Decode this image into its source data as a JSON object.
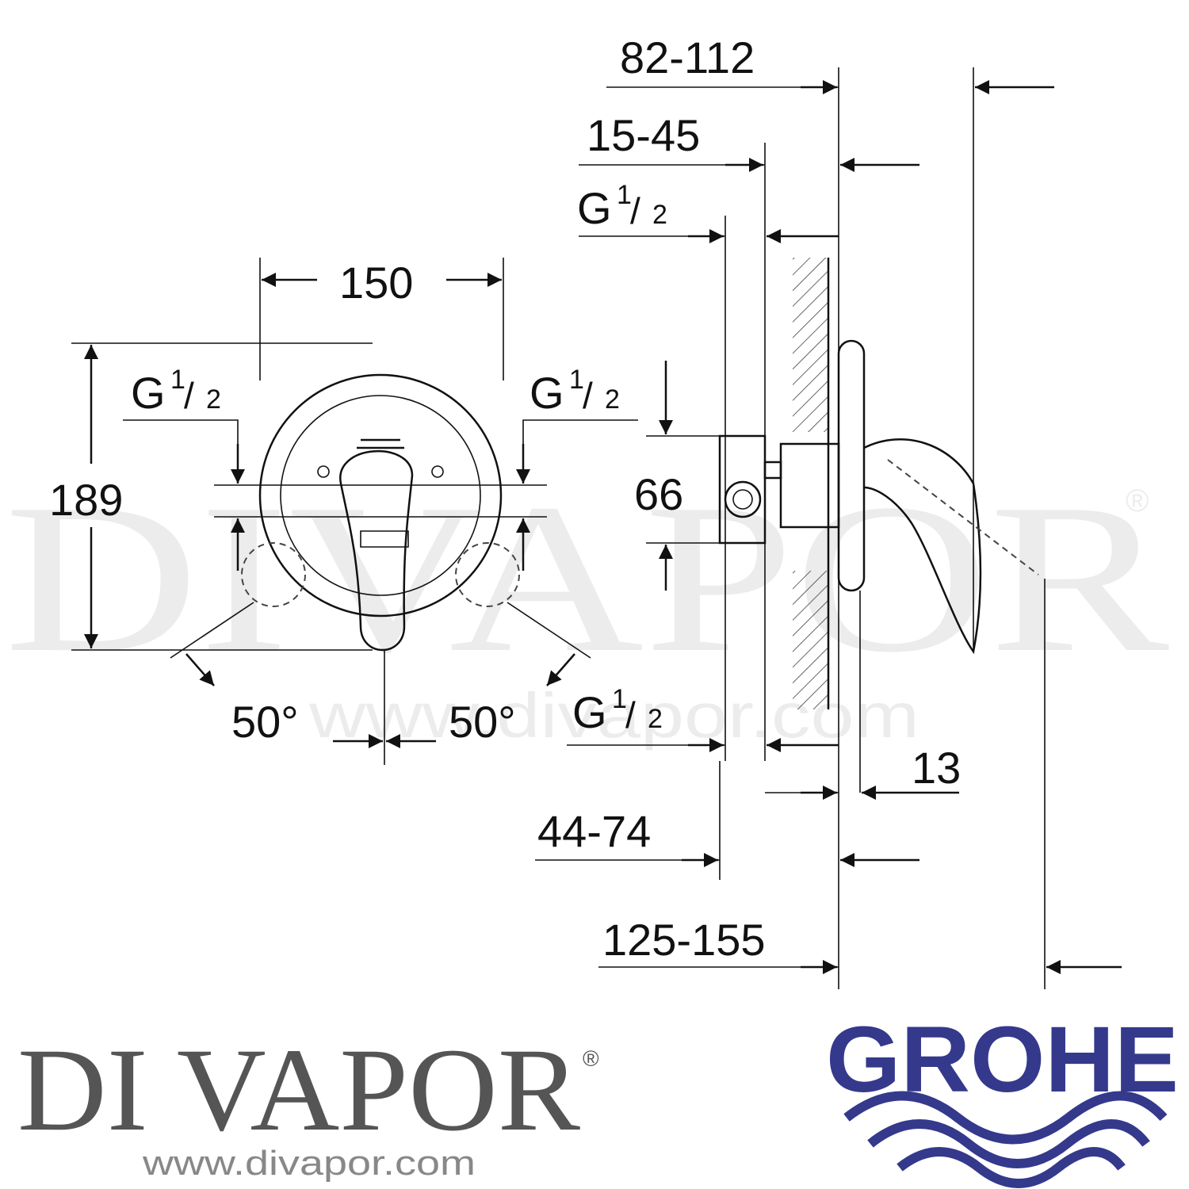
{
  "watermark": {
    "text": "DIVAPOR",
    "registered": "®",
    "url": "www.divapor.com"
  },
  "front_view": {
    "width": "150",
    "height": "189",
    "connection_left": {
      "main": "G",
      "num": "1",
      "den": "2"
    },
    "connection_right": {
      "main": "G",
      "num": "1",
      "den": "2"
    },
    "angle_left": "50°",
    "angle_right": "50°"
  },
  "side_view": {
    "dim_top": "82-112",
    "dim_wall": "15-45",
    "connection_top": {
      "main": "G",
      "num": "1",
      "den": "2"
    },
    "body_height": "66",
    "connection_bottom": {
      "main": "G",
      "num": "1",
      "den": "2"
    },
    "rosette": "13",
    "depth": "44-74",
    "total": "125-155"
  },
  "footer": {
    "divapor_logo": "DI VAPOR",
    "divapor_registered": "®",
    "divapor_url": "www.divapor.com",
    "grohe_logo": "GROHE",
    "grohe_color": "#34398c"
  }
}
